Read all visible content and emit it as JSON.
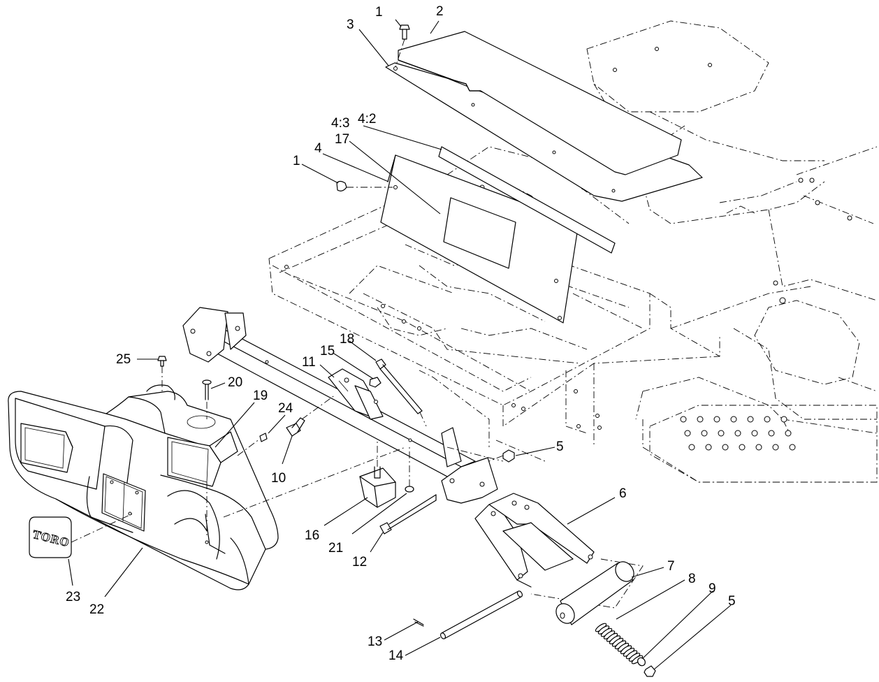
{
  "callouts": [
    {
      "id": "c1a",
      "text": "1"
    },
    {
      "id": "c2",
      "text": "2"
    },
    {
      "id": "c3",
      "text": "3"
    },
    {
      "id": "c4_3",
      "text": "4:3"
    },
    {
      "id": "c4_2",
      "text": "4:2"
    },
    {
      "id": "c17",
      "text": "17"
    },
    {
      "id": "c4",
      "text": "4"
    },
    {
      "id": "c1b",
      "text": "1"
    },
    {
      "id": "c18",
      "text": "18"
    },
    {
      "id": "c15",
      "text": "15"
    },
    {
      "id": "c11",
      "text": "11"
    },
    {
      "id": "c25",
      "text": "25"
    },
    {
      "id": "c20",
      "text": "20"
    },
    {
      "id": "c19",
      "text": "19"
    },
    {
      "id": "c24",
      "text": "24"
    },
    {
      "id": "c10",
      "text": "10"
    },
    {
      "id": "c5a",
      "text": "5"
    },
    {
      "id": "c6",
      "text": "6"
    },
    {
      "id": "c16",
      "text": "16"
    },
    {
      "id": "c21",
      "text": "21"
    },
    {
      "id": "c12",
      "text": "12"
    },
    {
      "id": "c7",
      "text": "7"
    },
    {
      "id": "c8",
      "text": "8"
    },
    {
      "id": "c9",
      "text": "9"
    },
    {
      "id": "c5b",
      "text": "5"
    },
    {
      "id": "c23",
      "text": "23"
    },
    {
      "id": "c22",
      "text": "22"
    },
    {
      "id": "c13",
      "text": "13"
    },
    {
      "id": "c14",
      "text": "14"
    }
  ],
  "decal": {
    "brand_text": "TORO"
  }
}
